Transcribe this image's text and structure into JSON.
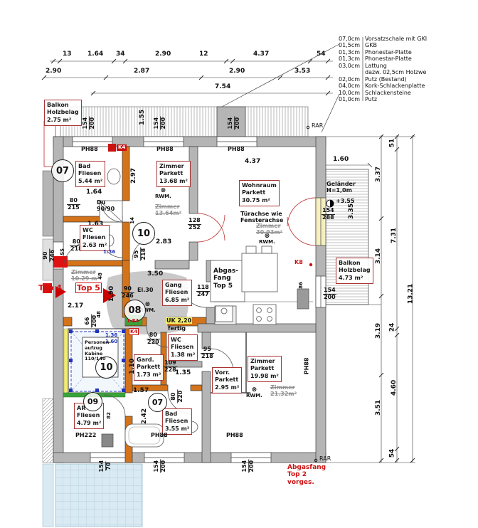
{
  "legend": {
    "rows": [
      {
        "s": "07,0cm",
        "t": "Vorsatzschale mit GKI"
      },
      {
        "s": "01,5cm",
        "t": "GKB"
      },
      {
        "s": "01,3cm",
        "t": "Phonestar-Platte"
      },
      {
        "s": "01,3cm",
        "t": "Phonestar-Platte"
      },
      {
        "s": "03,0cm",
        "t": "Lattung"
      },
      {
        "s": "",
        "t": "dazw. 02,5cm Holzwe"
      },
      {
        "s": "02,0cm",
        "t": "Putz (Bestand)"
      },
      {
        "s": "04,0cm",
        "t": "Kork-Schlackenplatte"
      },
      {
        "s": "10,0cm",
        "t": "Schlackensteine"
      },
      {
        "s": "01,0cm",
        "t": "Putz"
      }
    ]
  },
  "dims": {
    "top1": [
      "13",
      "1.64",
      "34",
      "2.90",
      "12",
      "4.37",
      "54"
    ],
    "top2": [
      "2.90",
      "2.87",
      "2.90",
      "3.53"
    ],
    "top3": "7.54",
    "right1": [
      "3.37",
      "3.14",
      "3.19",
      "3.51"
    ],
    "right2": [
      "51",
      "7.31",
      "24",
      "4.60",
      "54"
    ],
    "rtotal": "13.21",
    "misc": {
      "w160": "1.60",
      "v335": "3.35",
      "w437": "4.37",
      "w283": "2.83",
      "v297": "2.97",
      "v155": "1.55",
      "w164": "1.64",
      "w163": "1.63",
      "w350": "3.50",
      "w217": "2.17",
      "v190": "1.90",
      "v48": "48",
      "v110": "1.10",
      "w157": "1.57",
      "v242": "2.42",
      "v82": "82",
      "v55": "55",
      "w135": "1.35",
      "v86": "86",
      "v14": "14"
    }
  },
  "rooms": [
    {
      "name": "Balkon",
      "floor": "Holzbelag",
      "area": "2.75 m²"
    },
    {
      "name": "Bad",
      "floor": "Fliesen",
      "area": "5.44 m²"
    },
    {
      "name": "Zimmer",
      "floor": "Parkett",
      "area": "13.68 m²"
    },
    {
      "name": "Wohnraum",
      "floor": "Parkett",
      "area": "30.75 m²"
    },
    {
      "name": "WC",
      "floor": "Fliesen",
      "area": "2.63 m²"
    },
    {
      "name": "Gang",
      "floor": "Fliesen",
      "area": "6.85 m²"
    },
    {
      "name": "WC",
      "floor": "Fliesen",
      "area": "1.38 m²"
    },
    {
      "name": "Gard.",
      "floor": "Parkett",
      "area": "1.73 m²"
    },
    {
      "name": "Vorr.",
      "floor": "Parkett",
      "area": "2.95 m²"
    },
    {
      "name": "Zimmer",
      "floor": "Parkett",
      "area": "19.98 m²"
    },
    {
      "name": "AR",
      "floor": "Fliesen",
      "area": "4.79 m²"
    },
    {
      "name": "Bad",
      "floor": "Fliesen",
      "area": "3.55 m²"
    },
    {
      "name": "Balkon",
      "floor": "Holzbelag",
      "area": "4.73 m²"
    }
  ],
  "old_rooms": [
    {
      "name": "Zimmer",
      "area": "13.64m²"
    },
    {
      "name": "Zimmer",
      "area": "30.93m²"
    },
    {
      "name": "Zimmer",
      "area": "10.29 m²"
    },
    {
      "name": "Zimmer",
      "area": "21.32m²"
    }
  ],
  "openings": {
    "d80215": [
      "80",
      "215"
    ],
    "du": [
      "Du",
      "90/90"
    ],
    "d80218": [
      "80",
      "218"
    ],
    "d90246": [
      "90",
      "246"
    ],
    "d95218": [
      "95",
      "218"
    ],
    "d128252": [
      "128",
      "252"
    ],
    "d118247": [
      "118",
      "247"
    ],
    "d80220": [
      "80",
      "220"
    ],
    "d109228": [
      "109",
      "228"
    ],
    "w154200": [
      "154",
      "200"
    ],
    "w154288": [
      "154",
      "288"
    ],
    "w15470": [
      "154",
      "70"
    ],
    "w66200": [
      "66",
      "200"
    ]
  },
  "circles": [
    "07",
    "10",
    "08",
    "10",
    "09",
    "07"
  ],
  "ph": {
    "ph88": "PH88",
    "ph222": "PH222"
  },
  "rwm": {
    "symbol": "⊗",
    "label": "RWM."
  },
  "markers": {
    "k4": "K4",
    "k8": "K8",
    "red184": "1.84",
    "top4": "Top 4",
    "top5": "Top 5",
    "rar": "RAR",
    "uk": "UK 2,20",
    "fertig": "fertig",
    "level": "+3.55",
    "el30": "El.30",
    "blue136": "1.36",
    "blue160": "1.60"
  },
  "notes": {
    "tuerachse": [
      "Türachse wie",
      "Fensterachse"
    ],
    "gelaender": [
      "Geländer",
      "H=1,0m"
    ],
    "abgas_top5": [
      "Abgas-",
      "Fang",
      "Top 5"
    ],
    "abgas_top2": [
      "Abgasfang",
      "Top 2",
      "vorges."
    ],
    "lift": [
      "Personen-",
      "aufzug",
      "Kabine",
      "110/140"
    ]
  }
}
